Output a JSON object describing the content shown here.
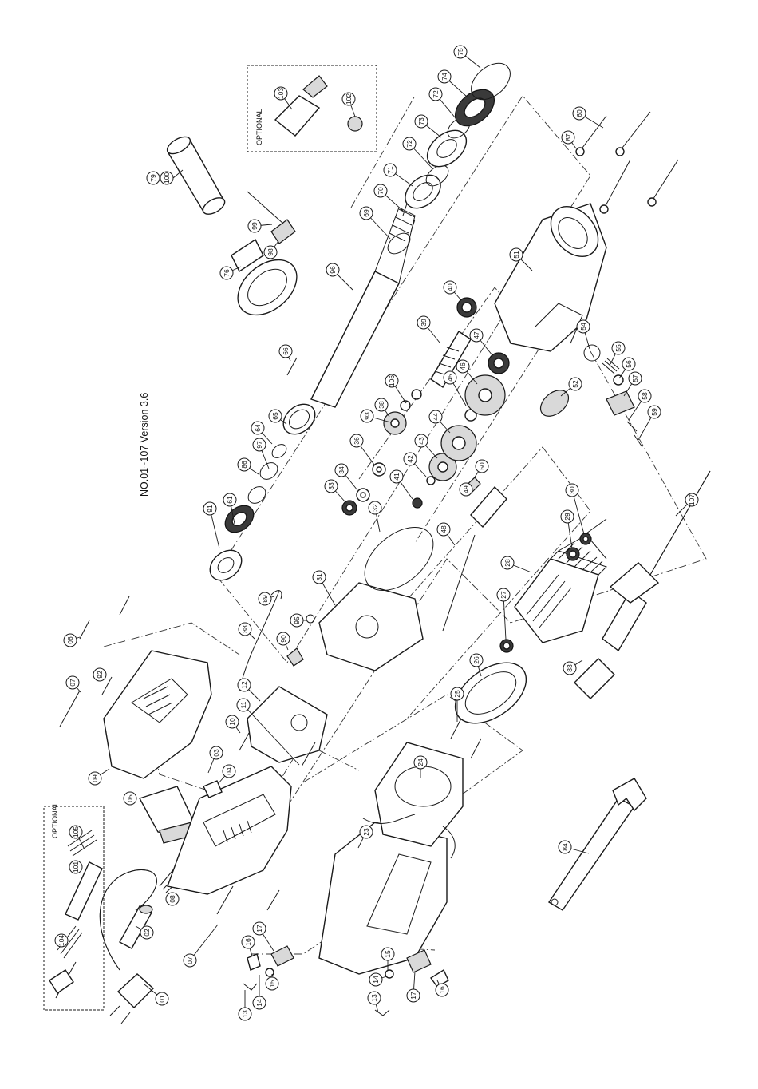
{
  "version_label": "NO.01~107 Version 3.6",
  "optional_label": "OPTIONAL",
  "part_labels": {
    "p01": "01",
    "p02": "02",
    "p03": "03",
    "p04": "04",
    "p05": "05",
    "p06": "06",
    "p07a": "07",
    "p07b": "07",
    "p08": "08",
    "p09": "09",
    "p10": "10",
    "p11": "11",
    "p12": "12",
    "p13a": "13",
    "p13b": "13",
    "p14a": "14",
    "p14b": "14",
    "p15a": "15",
    "p15b": "15",
    "p16a": "16",
    "p16b": "16",
    "p17a": "17",
    "p17b": "17",
    "p23": "23",
    "p24": "24",
    "p25": "25",
    "p26": "26",
    "p27": "27",
    "p28": "28",
    "p29": "29",
    "p30": "30",
    "p31": "31",
    "p32": "32",
    "p33": "33",
    "p34": "34",
    "p36": "36",
    "p38": "38",
    "p39": "39",
    "p40": "40",
    "p41": "41",
    "p42": "42",
    "p43": "43",
    "p44": "44",
    "p45": "45",
    "p46": "46",
    "p47": "47",
    "p48": "48",
    "p49": "49",
    "p50": "50",
    "p51": "51",
    "p52": "52",
    "p54": "54",
    "p55": "55",
    "p56": "56",
    "p57": "57",
    "p58": "58",
    "p59": "59",
    "p60": "60",
    "p61": "61",
    "p64": "64",
    "p65": "65",
    "p66": "66",
    "p69": "69",
    "p70": "70",
    "p71": "71",
    "p72a": "72",
    "p72b": "72",
    "p73": "73",
    "p74": "74",
    "p75": "75",
    "p76": "76",
    "p79": "79",
    "p100": "100",
    "p83": "83",
    "p84": "84",
    "p86": "86",
    "p87": "87",
    "p88": "88",
    "p89": "89",
    "p90": "90",
    "p91": "91",
    "p92": "92",
    "p93": "93",
    "p95": "95",
    "p96": "96",
    "p97": "97",
    "p98": "98",
    "p99": "99",
    "p101": "101",
    "p102": "102",
    "p103": "103",
    "p104": "104",
    "p105": "105",
    "p106": "106",
    "p107": "107"
  }
}
